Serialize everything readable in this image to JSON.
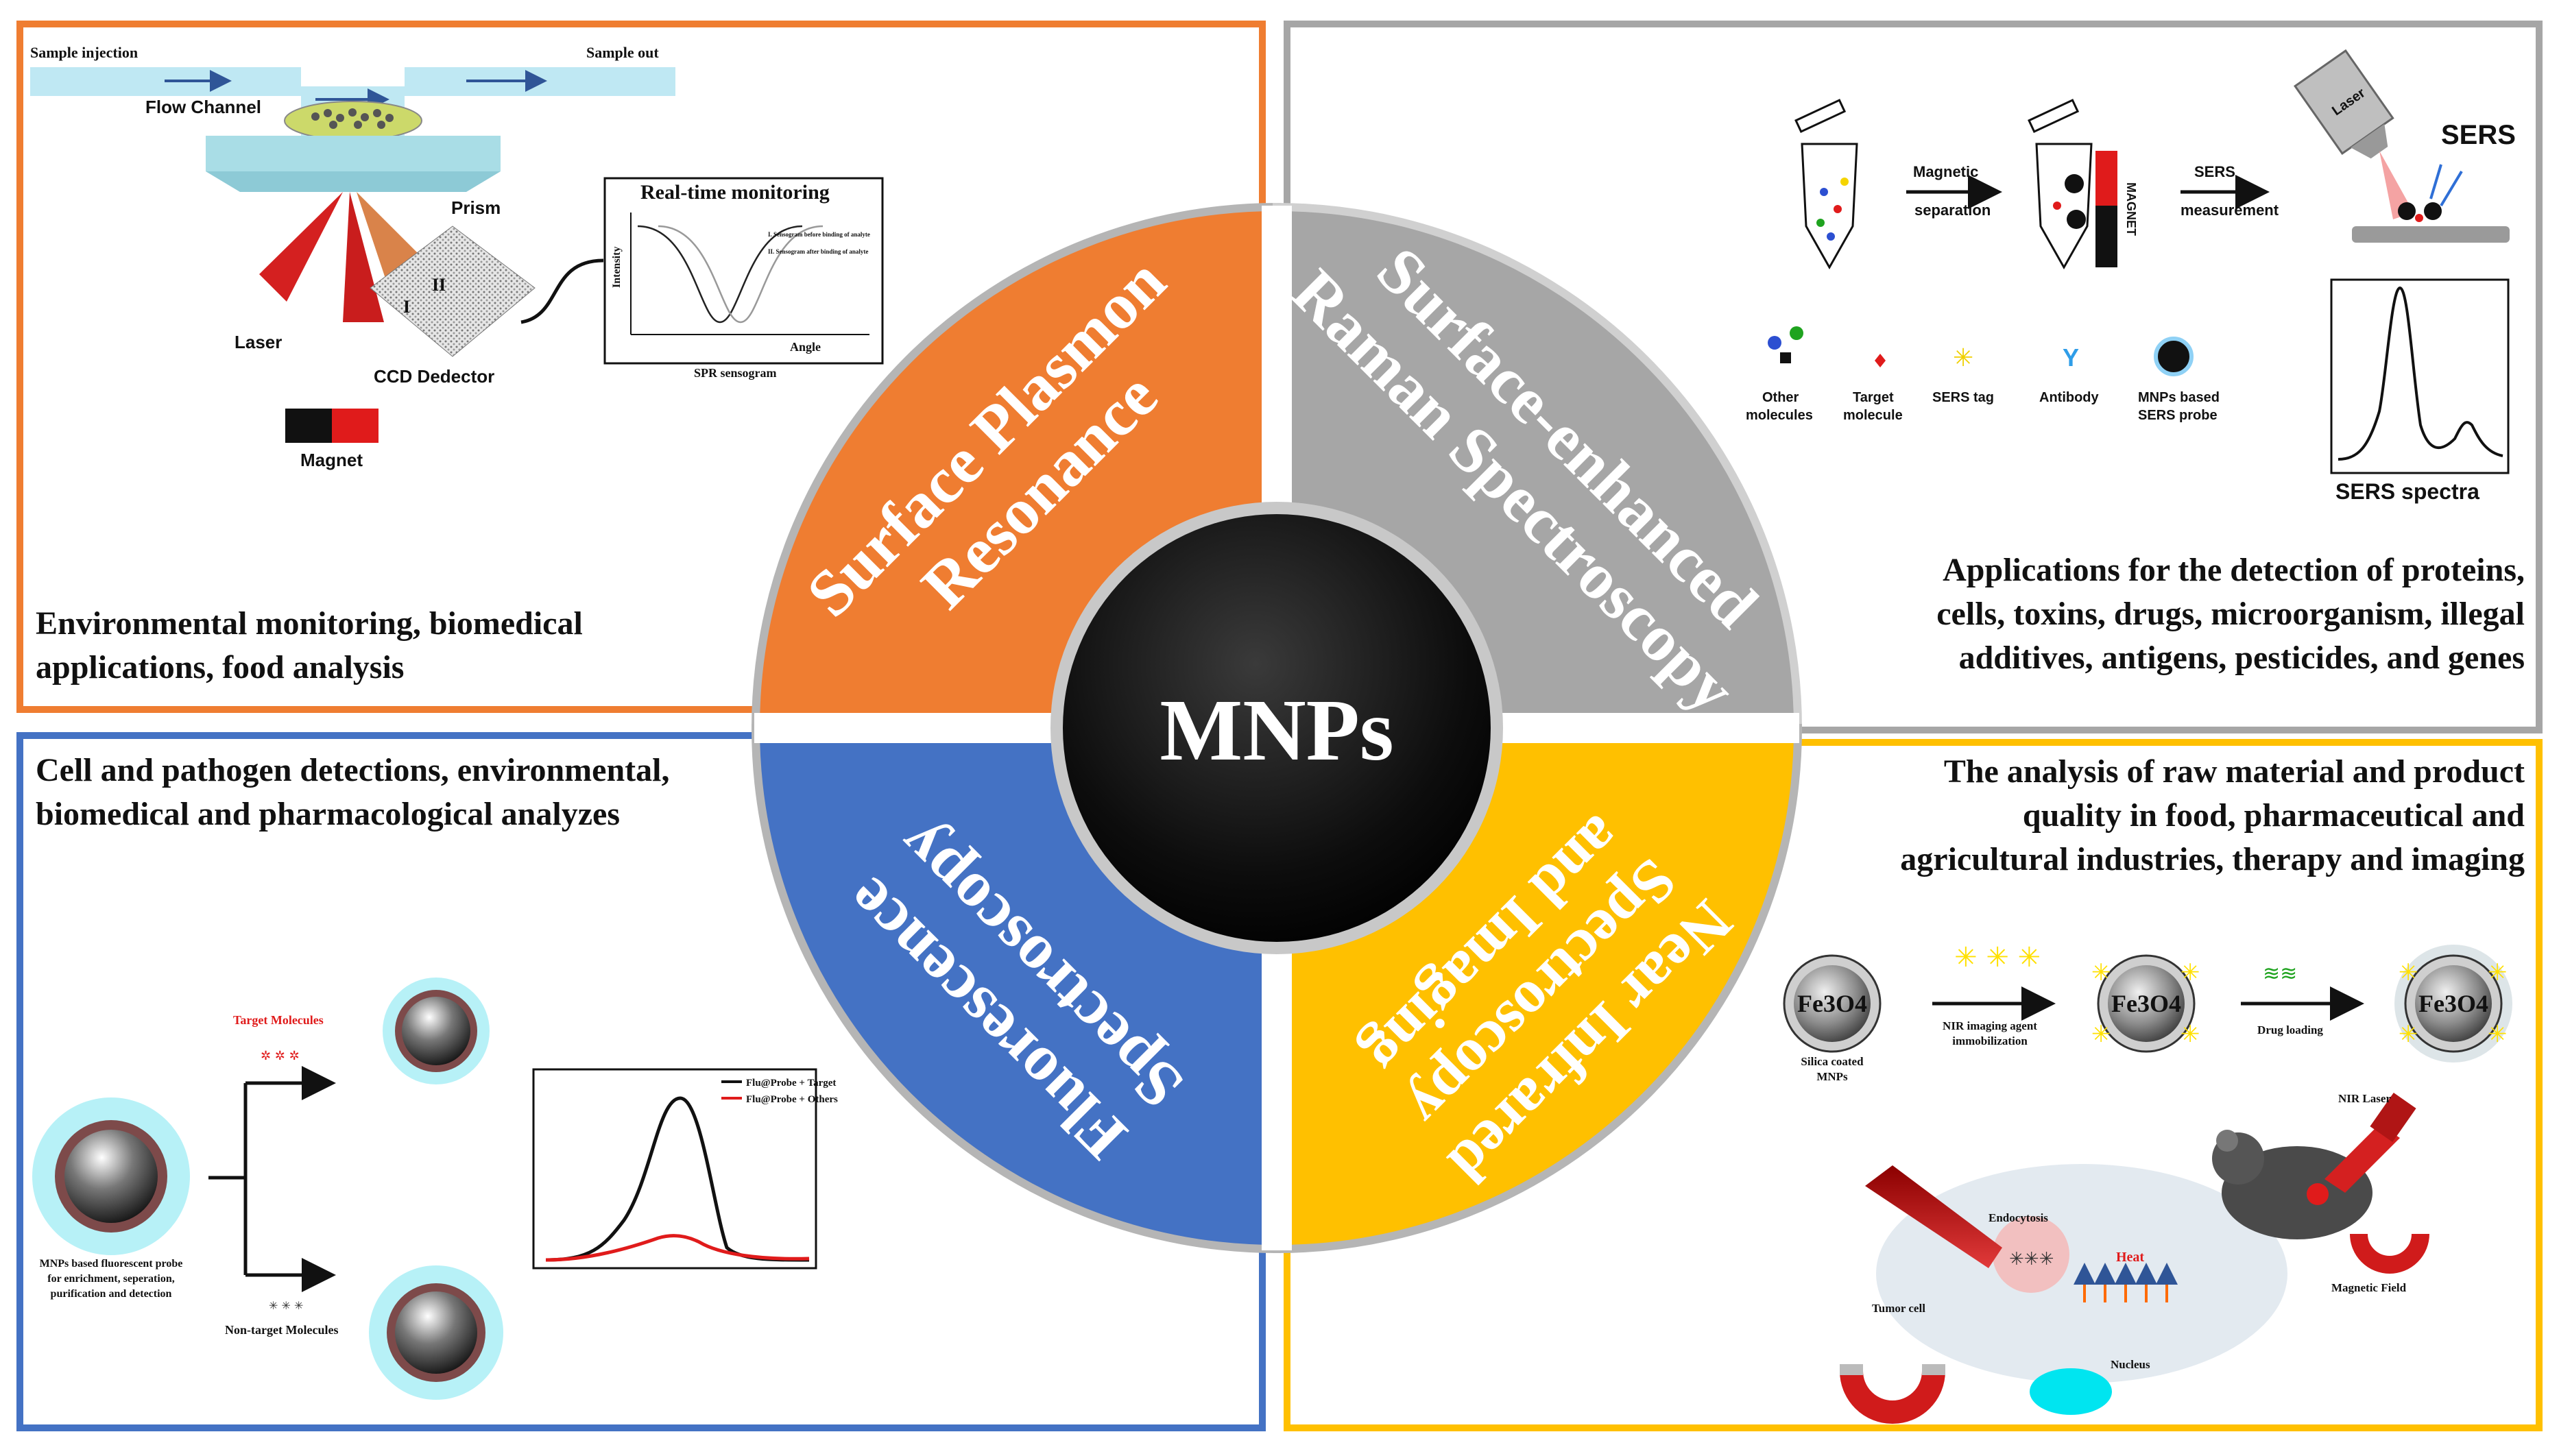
{
  "center": {
    "title": "MNPs"
  },
  "quadrants": {
    "spr": {
      "label_line1": "Surface Plasmon",
      "label_line2": "Resonance",
      "color": "#ef7d31",
      "description_line1": "Environmental monitoring, biomedical",
      "description_line2": "applications, food analysis",
      "figure": {
        "sample_injection": "Sample injection",
        "sample_out": "Sample out",
        "flow_channel": "Flow Channel",
        "prism": "Prism",
        "laser": "Laser",
        "ccd_detector": "CCD Dedector",
        "magnet": "Magnet",
        "chart_title": "Real-time monitoring",
        "chart_ylabel": "Intensity",
        "chart_xlabel": "Angle",
        "chart_caption": "SPR sensogram",
        "legend_1": "I. Sensogram before binding of analyte",
        "legend_2": "II. Sensogram after binding of analyte",
        "roman_1": "I",
        "roman_2": "II"
      }
    },
    "sers": {
      "label_line1": "Surface-enhanced",
      "label_line2": "Raman Spectroscopy",
      "color": "#a6a6a6",
      "description_line1": "Applications for the detection of proteins,",
      "description_line2": "cells, toxins, drugs, microorganism, illegal",
      "description_line3": "additives, antigens, pesticides, and genes",
      "figure": {
        "magnetic_separation_1": "Magnetic",
        "magnetic_separation_2": "separation",
        "sers_measurement_1": "SERS",
        "sers_measurement_2": "measurement",
        "magnet_label": "MAGNET",
        "laser_label": "Laser",
        "sers_label": "SERS",
        "spectra_label": "SERS spectra",
        "legend_other_1": "Other",
        "legend_other_2": "molecules",
        "legend_target_1": "Target",
        "legend_target_2": "molecule",
        "legend_tag": "SERS tag",
        "legend_antibody": "Antibody",
        "legend_probe_1": "MNPs based",
        "legend_probe_2": "SERS probe"
      }
    },
    "fluorescence": {
      "label_line1": "Fluorescence",
      "label_line2": "Spectroscopy",
      "color": "#4472c4",
      "description_line1": "Cell and pathogen detections, environmental,",
      "description_line2": "biomedical and pharmacological analyzes",
      "figure": {
        "target_molecules": "Target Molecules",
        "non_target_molecules": "Non-target Molecules",
        "probe_caption_1": "MNPs based fluorescent probe",
        "probe_caption_2": "for enrichment, seperation,",
        "probe_caption_3": "purification and detection",
        "legend_target": "Flu@Probe + Target",
        "legend_others": "Flu@Probe + Others"
      }
    },
    "nir": {
      "label_line1": "Near Infrared",
      "label_line2": "Spectroscopy",
      "label_line3": "and Imaging",
      "color": "#ffc000",
      "description_line1": "The analysis of raw material and product",
      "description_line2": "quality in  food, pharmaceutical and",
      "description_line3": "agricultural industries, therapy and imaging",
      "figure": {
        "fe3o4": "Fe3O4",
        "silica_1": "Silica coated",
        "silica_2": "MNPs",
        "nir_agent_1": "NIR imaging agent",
        "nir_agent_2": "immobilization",
        "drug_loading": "Drug loading",
        "nir_laser": "NIR Laser",
        "magnetic_field": "Magnetic Field",
        "endocytosis": "Endocytosis",
        "heat": "Heat",
        "tumor_cell": "Tumor cell",
        "nucleus": "Nucleus"
      }
    }
  },
  "colors": {
    "spr_border": "#ef7d31",
    "sers_border": "#a6a6a6",
    "fluor_border": "#4472c4",
    "nir_border": "#ffc000",
    "center": "#111111"
  }
}
